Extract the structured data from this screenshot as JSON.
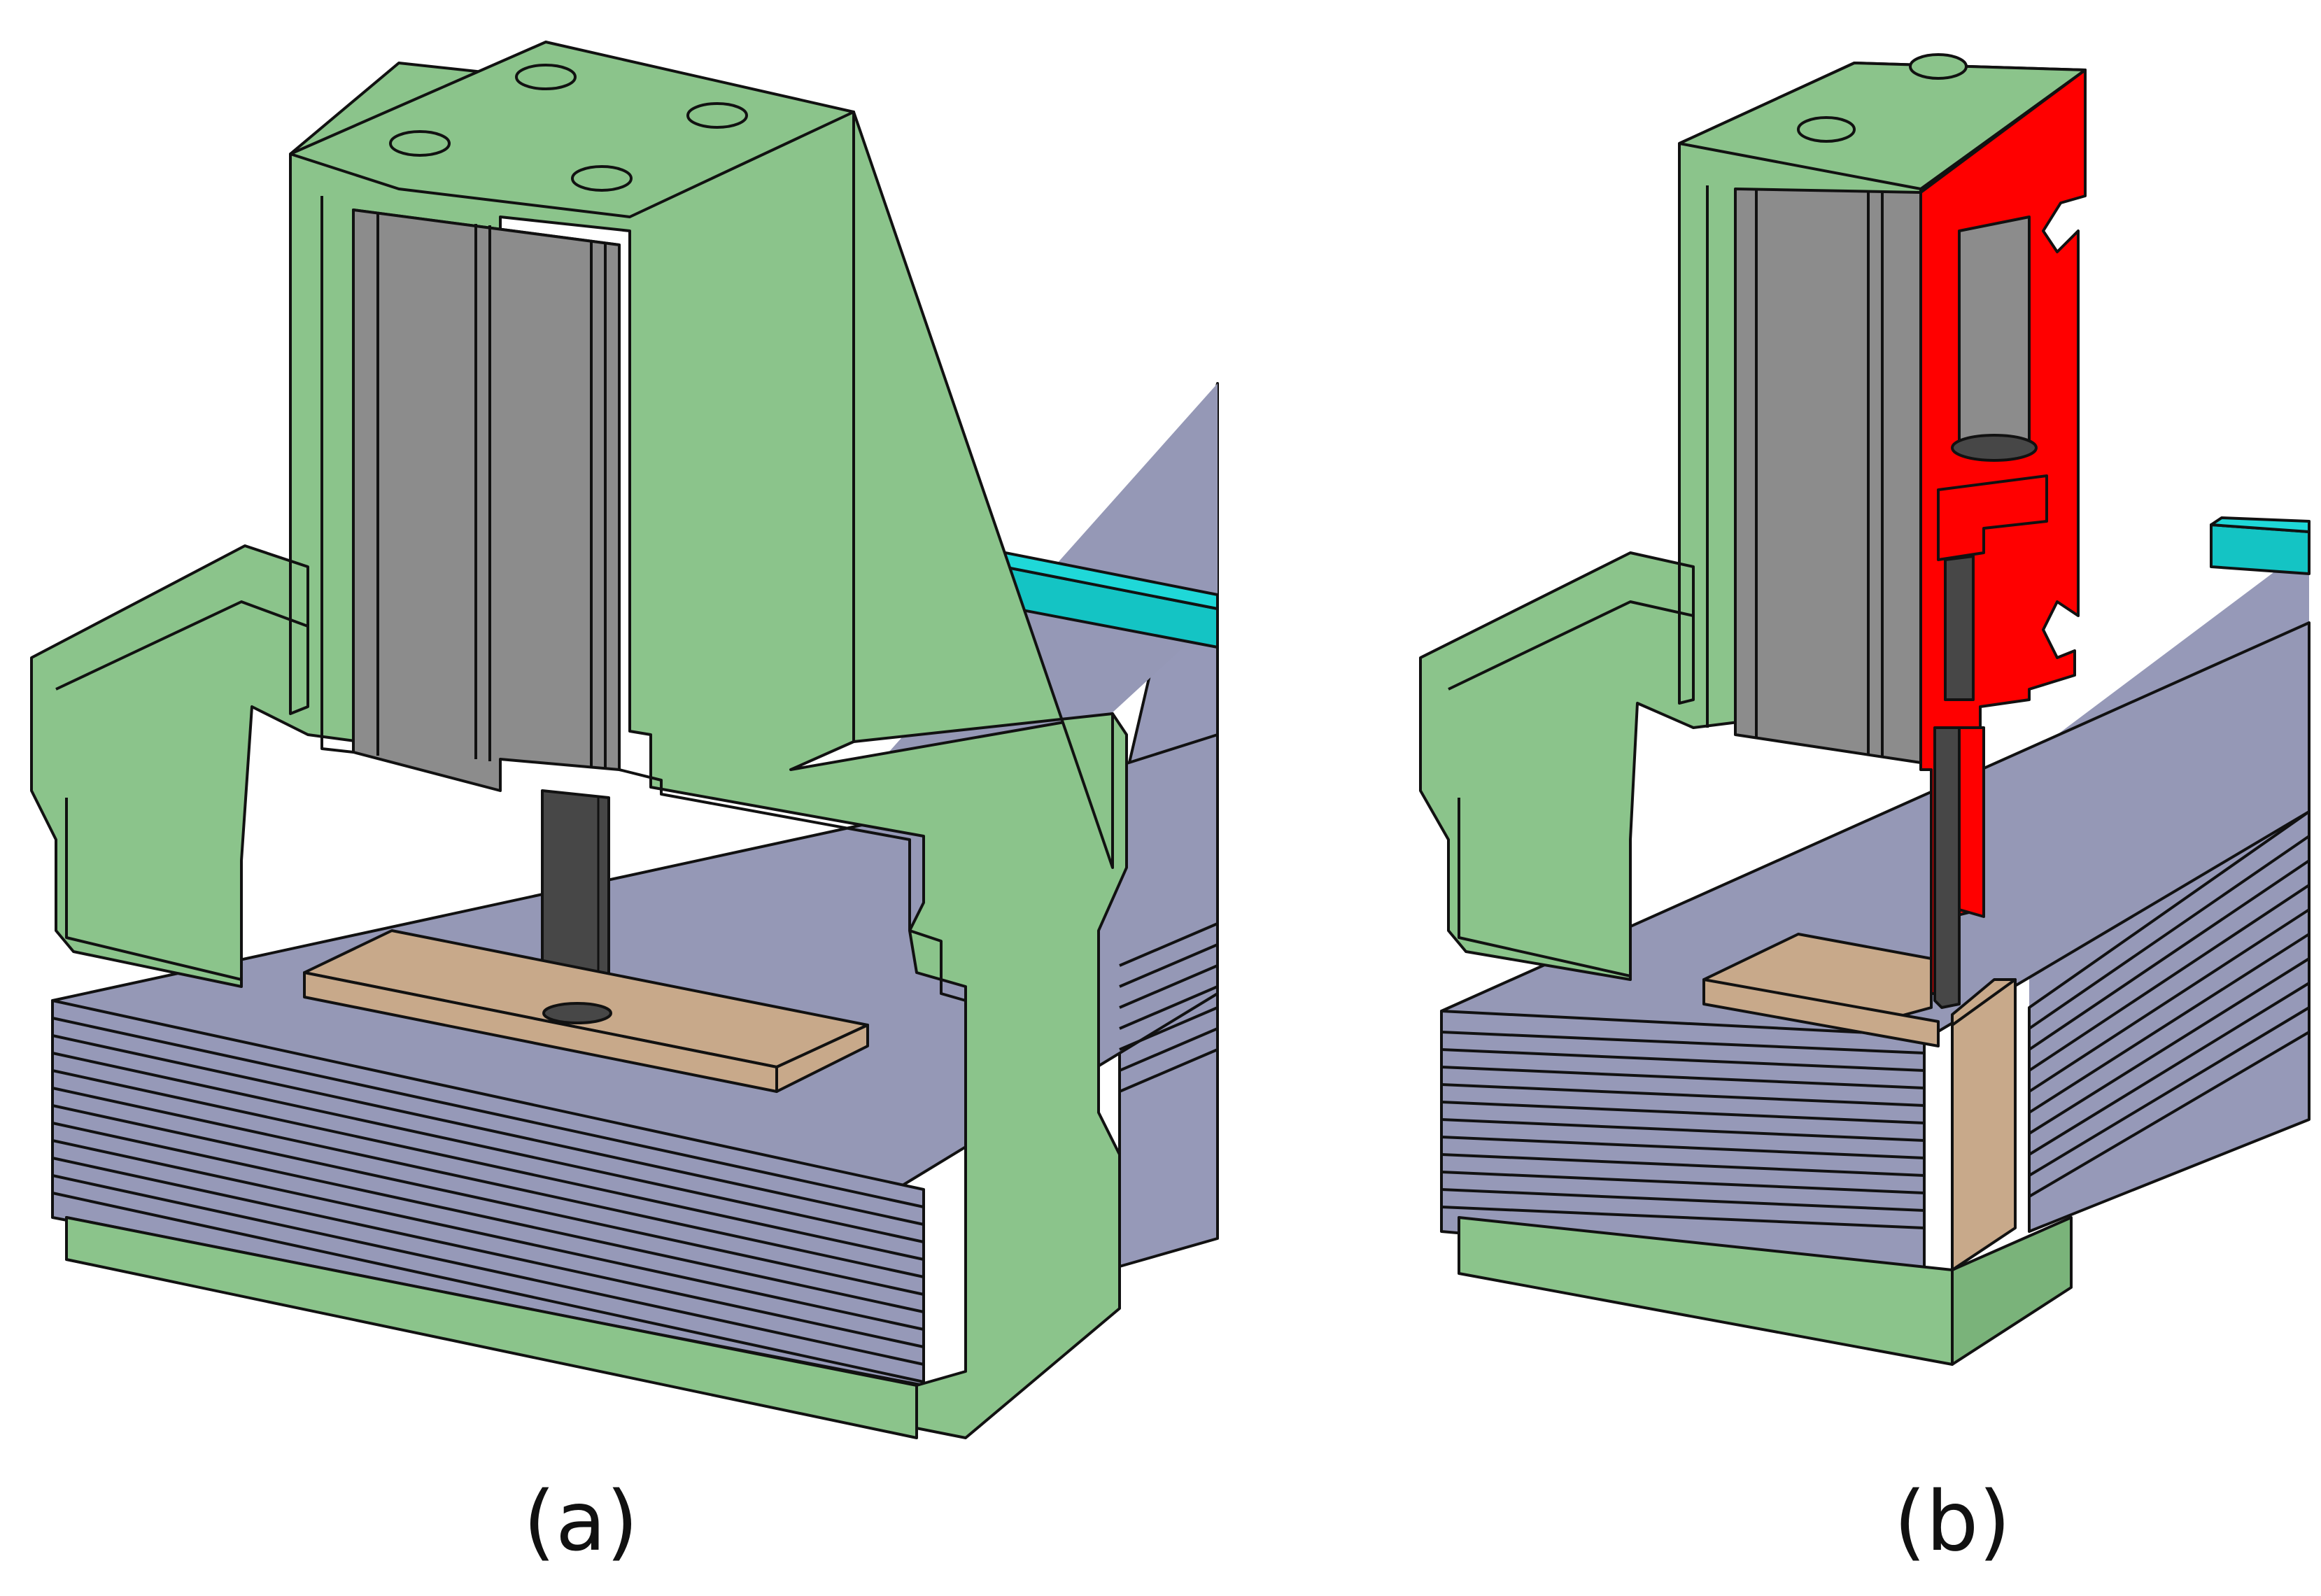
{
  "figure": {
    "panels": [
      {
        "id": "a",
        "caption": "(a)"
      },
      {
        "id": "b",
        "caption": "(b)"
      }
    ]
  },
  "colors": {
    "frame_green": "#8bc48b",
    "frame_green_side": "#7ab37a",
    "laminations": "#9699b8",
    "lamination_top": "#9598b6",
    "cylinder_gray": "#8c8c8c",
    "rod_dark": "#474747",
    "plate_tan": "#c8a98a",
    "teal_rail": "#14c4c4",
    "section_red": "#ff0000",
    "outline": "#111111"
  }
}
